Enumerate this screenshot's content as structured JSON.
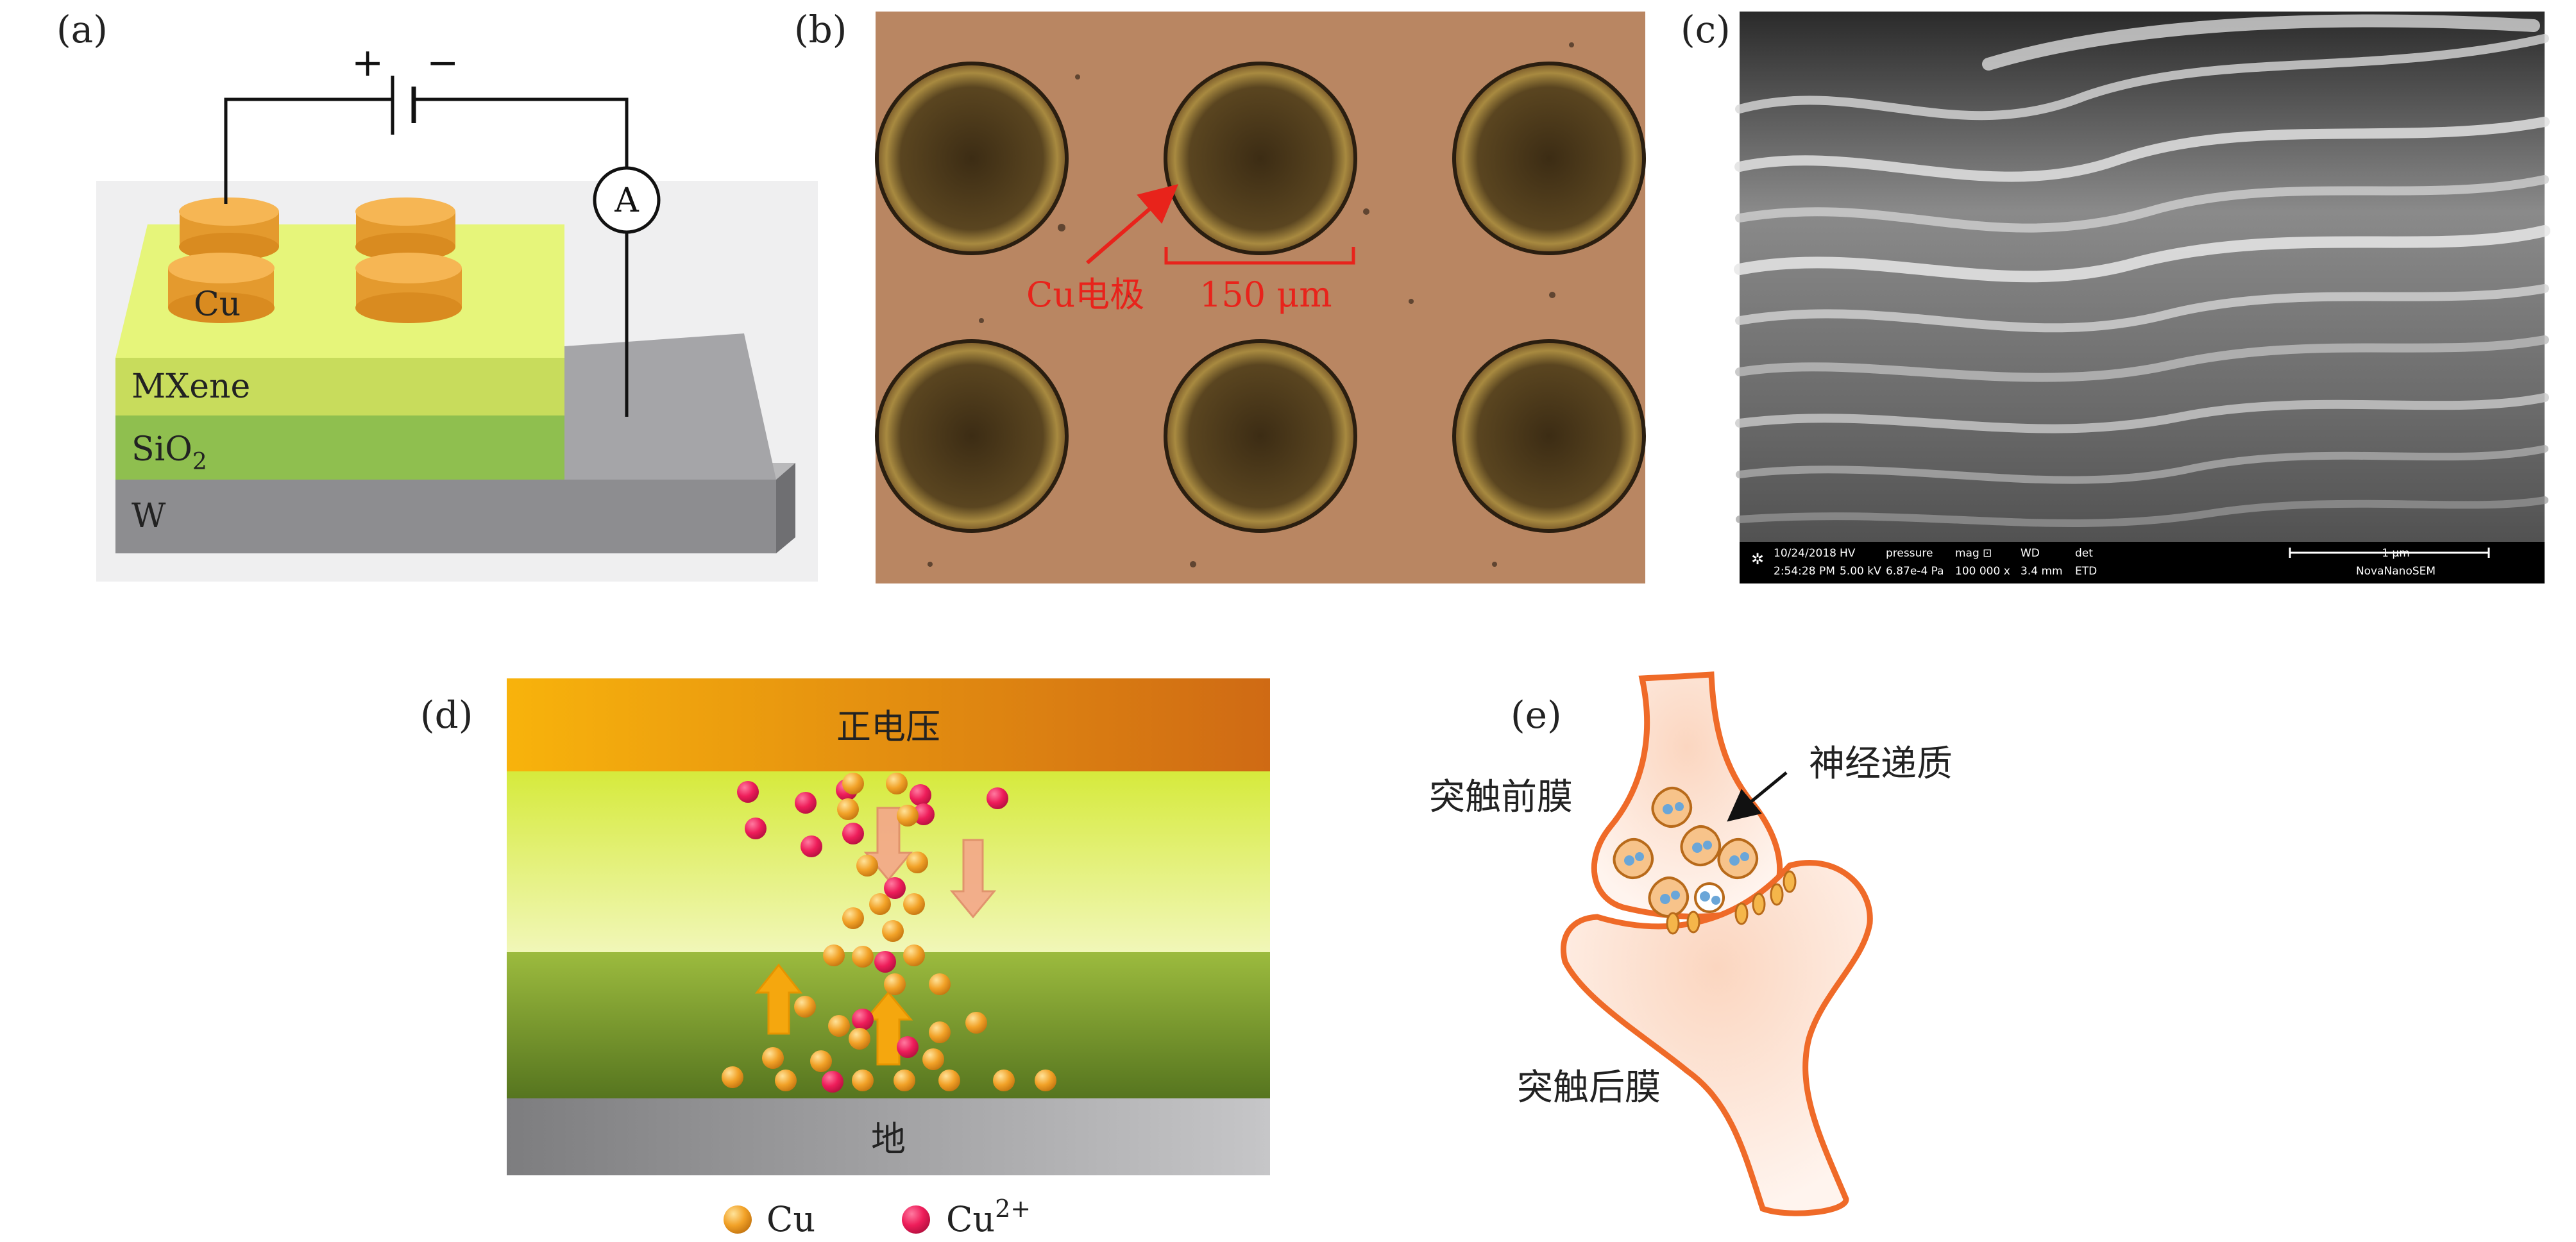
{
  "panels": {
    "a": {
      "label": "(a)",
      "battery_plus": "+",
      "battery_minus": "−",
      "ammeter": "A",
      "electrode": "Cu",
      "layers": {
        "mxene": "MXene",
        "sio2_base": "SiO",
        "sio2_sub": "2",
        "w": "W"
      }
    },
    "b": {
      "label": "(b)",
      "arrow_label": "Cu电极",
      "scale_bar": "150 μm"
    },
    "c": {
      "label": "(c)",
      "info_bar": {
        "date": "10/24/2018",
        "time": "2:54:28 PM",
        "hv_label": "HV",
        "hv": "5.00 kV",
        "pressure_label": "pressure",
        "pressure": "6.87e-4 Pa",
        "mag_label": "mag ⊡",
        "mag": "100 000 x",
        "wd_label": "WD",
        "wd": "3.4 mm",
        "det_label": "det",
        "det": "ETD",
        "scale": "1 μm",
        "instrument": "NovaNanoSEM"
      }
    },
    "d": {
      "label": "(d)",
      "top_layer": "正电压",
      "bottom_layer": "地",
      "legend": {
        "cu": "Cu",
        "cu_ion_base": "Cu",
        "cu_ion_sup": "2+"
      }
    },
    "e": {
      "label": "(e)",
      "neurotransmitter": "神经递质",
      "presynaptic": "突触前膜",
      "postsynaptic": "突触后膜"
    }
  },
  "colors": {
    "cu_orange": "#f0a53a",
    "cu_ion_pink": "#ee1d5a",
    "mxene_yellow": "#e3f06a",
    "sio2_green": "#8fbf4f",
    "w_grey": "#8d8d90",
    "positive_voltage": "#f2a512",
    "synapse_outline": "#ef6a28"
  }
}
